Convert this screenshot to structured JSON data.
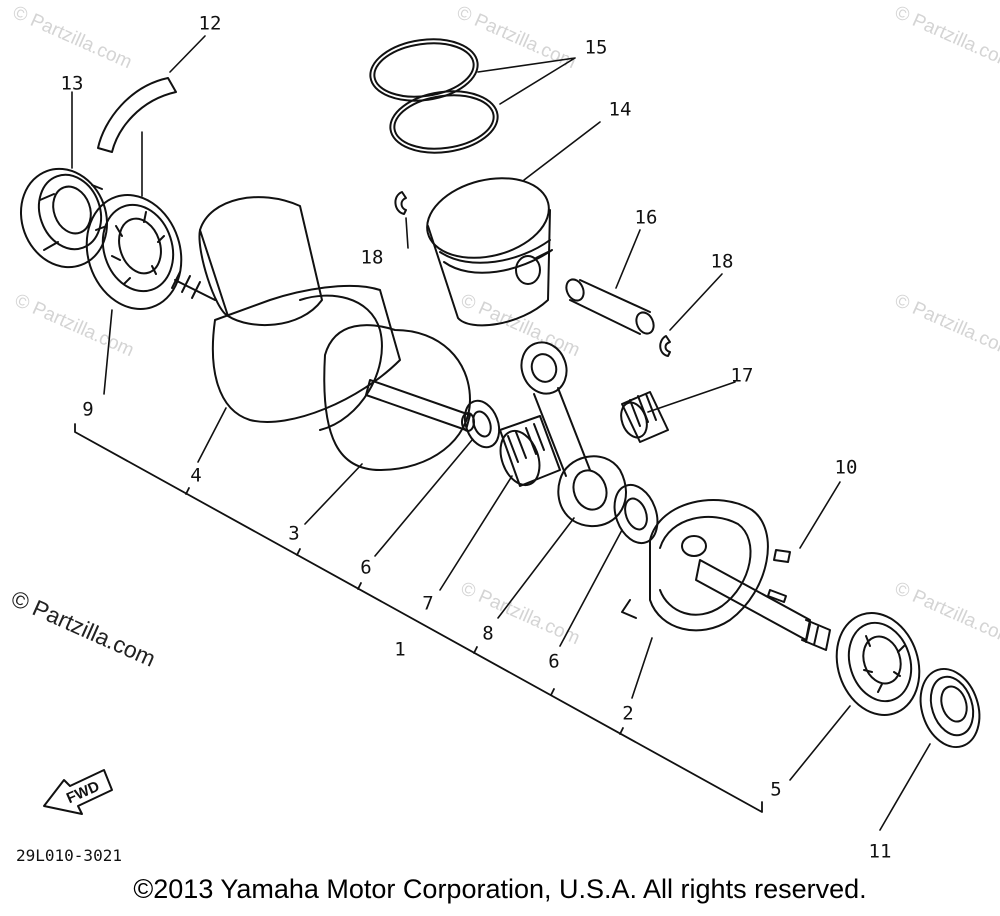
{
  "diagram": {
    "watermark_text": "© Partzilla.com",
    "watermark_prominent": "© Partzilla.com",
    "fwd_label": "FWD",
    "diagram_code": "29L010-3021",
    "copyright": "©2013 Yamaha Motor Corporation, U.S.A. All rights reserved.",
    "callouts": {
      "c1": "1",
      "c2": "2",
      "c3": "3",
      "c4": "4",
      "c5": "5",
      "c6a": "6",
      "c6b": "6",
      "c7": "7",
      "c8": "8",
      "c9": "9",
      "c10": "10",
      "c11": "11",
      "c12": "12",
      "c13": "13",
      "c14": "14",
      "c15": "15",
      "c16": "16",
      "c17": "17",
      "c18a": "18",
      "c18b": "18"
    }
  }
}
